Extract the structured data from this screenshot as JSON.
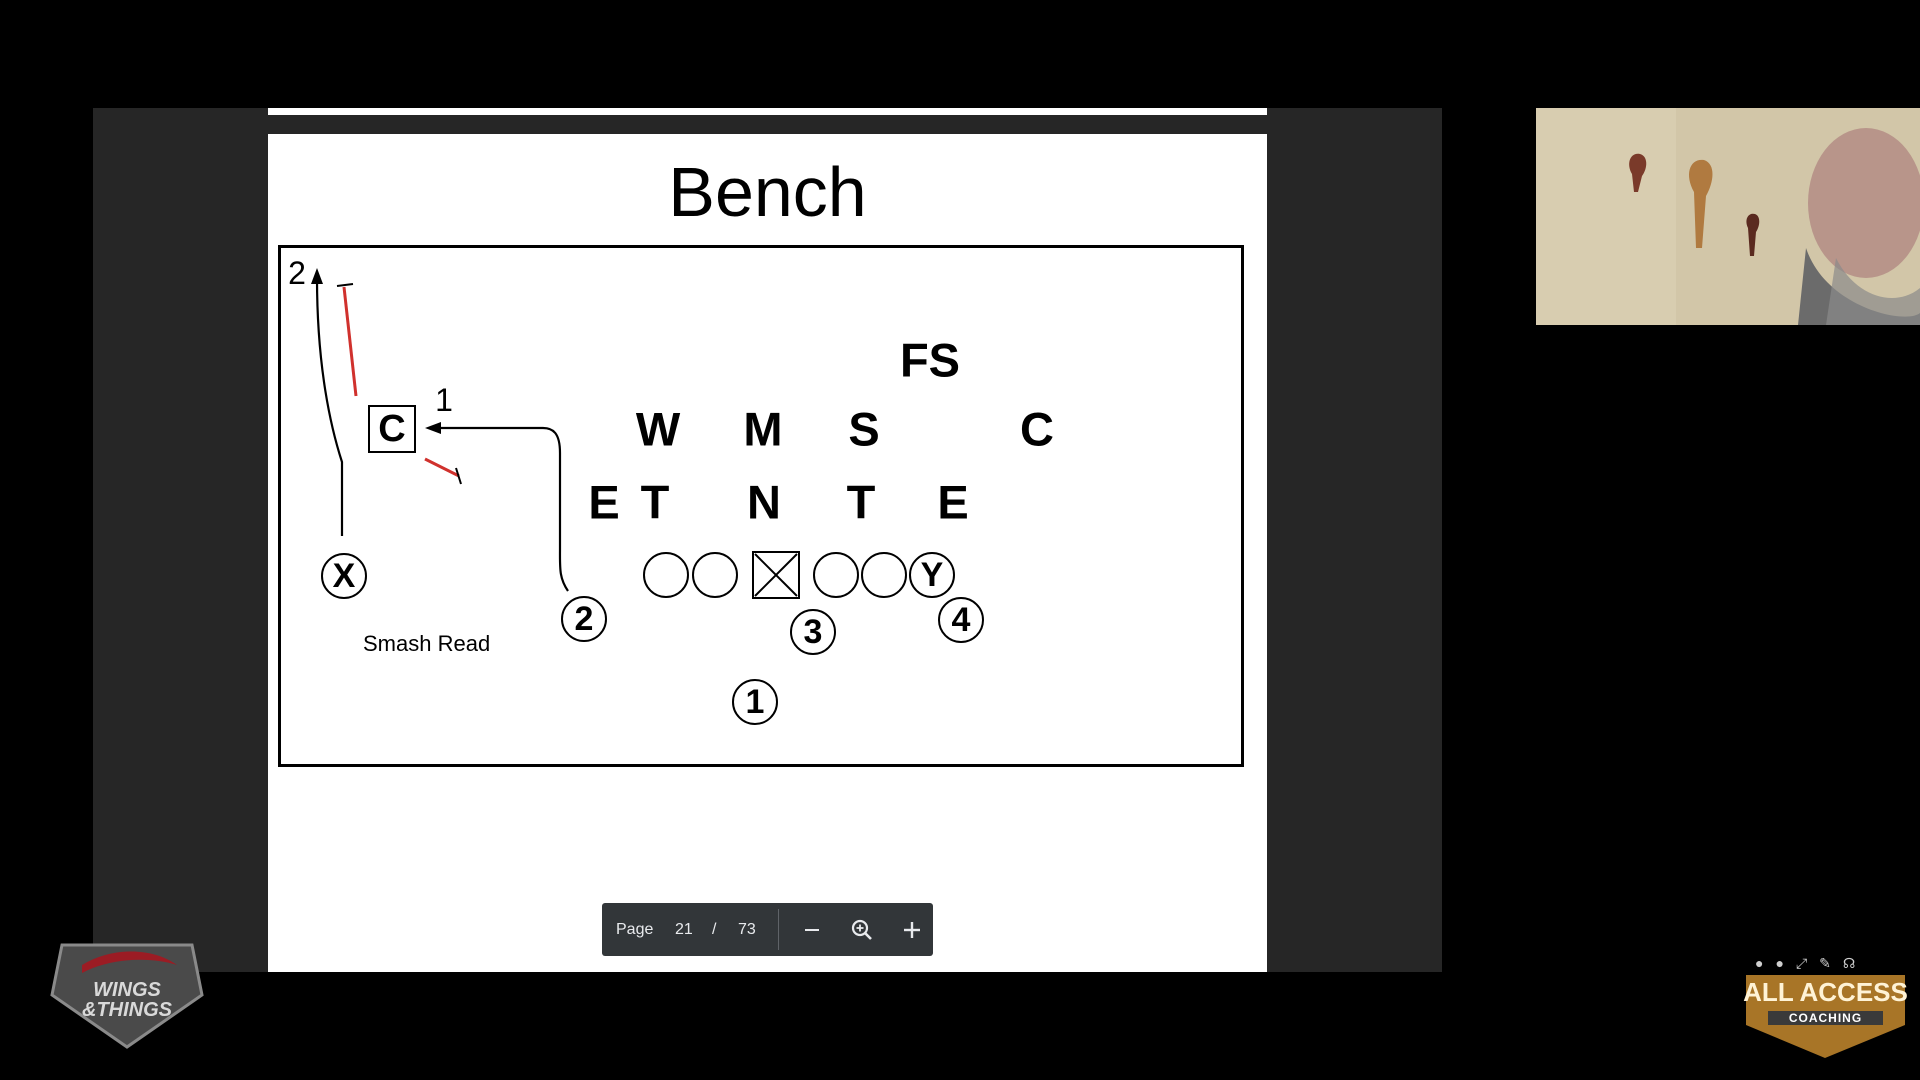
{
  "slide": {
    "title": "Bench",
    "play_name": "Smash Read",
    "route_numbers": {
      "outside": "2",
      "corner": "1"
    },
    "defense": {
      "deep": [
        "FS"
      ],
      "second_level": [
        "W",
        "M",
        "S",
        "C"
      ],
      "line": [
        "E",
        "T",
        "N",
        "T",
        "E"
      ],
      "corner_boxed": "C"
    },
    "offense": {
      "split_end": "X",
      "tight_end": "Y",
      "backs": [
        "2",
        "3",
        "4",
        "1"
      ]
    }
  },
  "pager": {
    "page_label": "Page",
    "current_page": "21",
    "separator": "/",
    "total_pages": "73",
    "zoom_out_icon": "minus-icon",
    "fit_icon": "zoom-icon",
    "zoom_in_icon": "plus-icon"
  },
  "branding": {
    "left_logo_line1": "WINGS",
    "left_logo_line2": "&THINGS",
    "right_logo_line1": "ALL ACCESS",
    "right_logo_line2": "COACHING"
  },
  "colors": {
    "background": "#000000",
    "viewer": "#262626",
    "pager": "#323639",
    "route_line": "#000000",
    "read_line": "#d0312d",
    "right_logo": "#c68a2e"
  }
}
